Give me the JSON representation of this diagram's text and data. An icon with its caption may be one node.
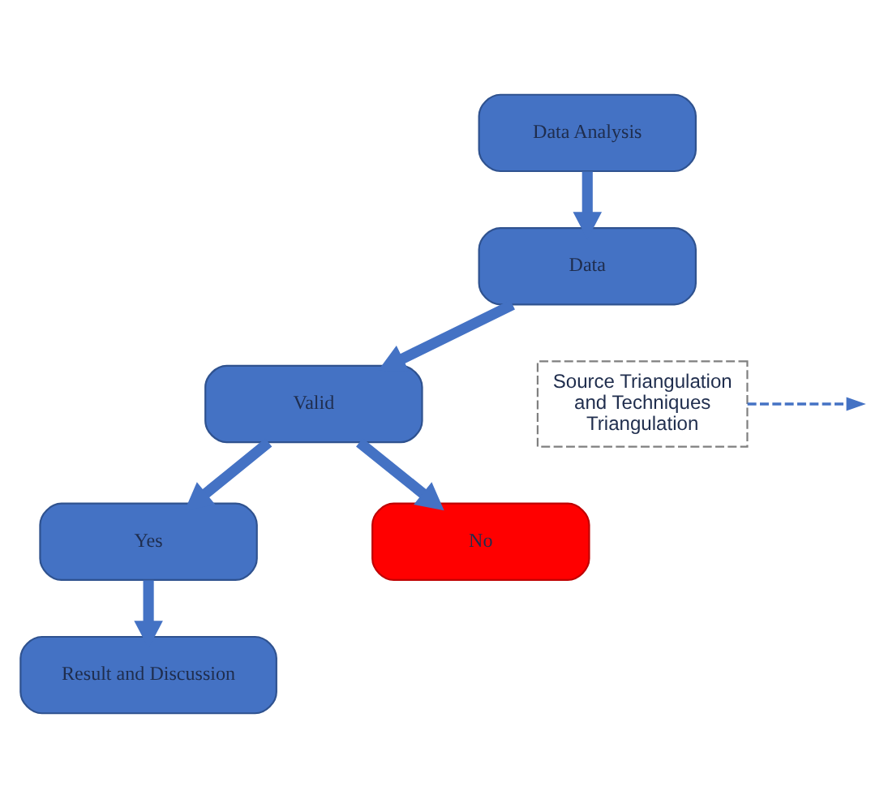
{
  "diagram": {
    "nodes": [
      {
        "text": [
          "Data Analysis"
        ]
      },
      {
        "text": [
          "Data"
        ]
      },
      {
        "text": [
          "Valid"
        ]
      },
      {
        "text": [
          "Source Triangulation and Techniques Triangulation"
        ]
      },
      {
        "text": [
          "Yes"
        ]
      },
      {
        "text": [
          "No"
        ]
      },
      {
        "text": [
          "Result and Discussion"
        ]
      }
    ],
    "edges": [
      {
        "from": 0,
        "to": 1,
        "arrow": "to"
      },
      {
        "from": 1,
        "to": 2,
        "arrow": "to"
      },
      {
        "from": 3,
        "to": null,
        "arrow": "to",
        "style": "dashed"
      },
      {
        "from": 2,
        "to": 4,
        "arrow": "to"
      },
      {
        "from": 2,
        "to": 5,
        "arrow": "to"
      },
      {
        "from": 4,
        "to": 6,
        "arrow": "to"
      }
    ]
  }
}
